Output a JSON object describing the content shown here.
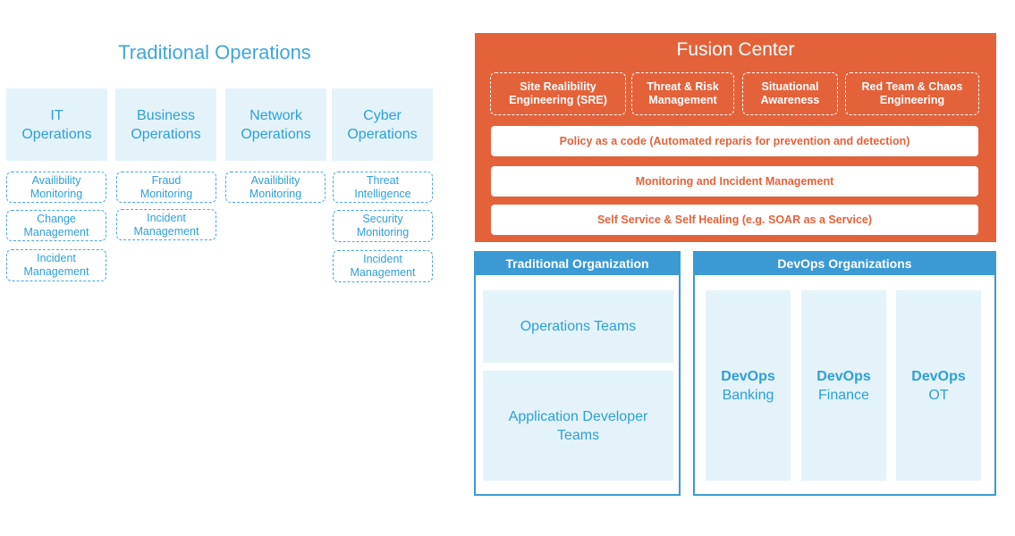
{
  "traditional": {
    "title": "Traditional Operations",
    "columns": [
      {
        "line1": "IT",
        "line2": "Operations",
        "items": [
          {
            "line1": "Availibility",
            "line2": "Monitoring"
          },
          {
            "line1": "Change",
            "line2": "Management"
          },
          {
            "line1": "Incident",
            "line2": "Management"
          }
        ]
      },
      {
        "line1": "Business",
        "line2": "Operations",
        "items": [
          {
            "line1": "Fraud",
            "line2": "Monitoring"
          },
          {
            "line1": "Incident",
            "line2": "Management"
          }
        ]
      },
      {
        "line1": "Network",
        "line2": "Operations",
        "items": [
          {
            "line1": "Availibility",
            "line2": "Monitoring"
          }
        ]
      },
      {
        "line1": "Cyber",
        "line2": "Operations",
        "items": [
          {
            "line1": "Threat",
            "line2": "Intelligence"
          },
          {
            "line1": "Security",
            "line2": "Monitoring"
          },
          {
            "line1": "Incident",
            "line2": "Management"
          }
        ]
      }
    ]
  },
  "fusion": {
    "title": "Fusion Center",
    "dashed": [
      {
        "line1": "Site Realibility",
        "line2": "Engineering (SRE)"
      },
      {
        "line1": "Threat & Risk",
        "line2": "Management"
      },
      {
        "line1": "Situational",
        "line2": "Awareness"
      },
      {
        "line1": "Red Team & Chaos",
        "line2": "Engineering"
      }
    ],
    "bars": [
      "Policy as a code (Automated reparis for prevention and detection)",
      "Monitoring and Incident Management",
      "Self Service & Self Healing (e.g. SOAR as a Service)"
    ]
  },
  "traditional_org": {
    "title": "Traditional Organization",
    "teams": [
      {
        "line1": "Operations Teams",
        "line2": ""
      },
      {
        "line1": "Application Developer",
        "line2": "Teams"
      }
    ]
  },
  "devops_org": {
    "title": "DevOps Organizations",
    "teams": [
      {
        "line1": "DevOps",
        "line2": "Banking"
      },
      {
        "line1": "DevOps",
        "line2": "Finance"
      },
      {
        "line1": "DevOps",
        "line2": "OT"
      }
    ]
  },
  "colors": {
    "fusion": "#e4623a",
    "blue": "#3b9ad4",
    "light_blue": "#e3f3f9",
    "text_blue": "#2e9fd8"
  }
}
